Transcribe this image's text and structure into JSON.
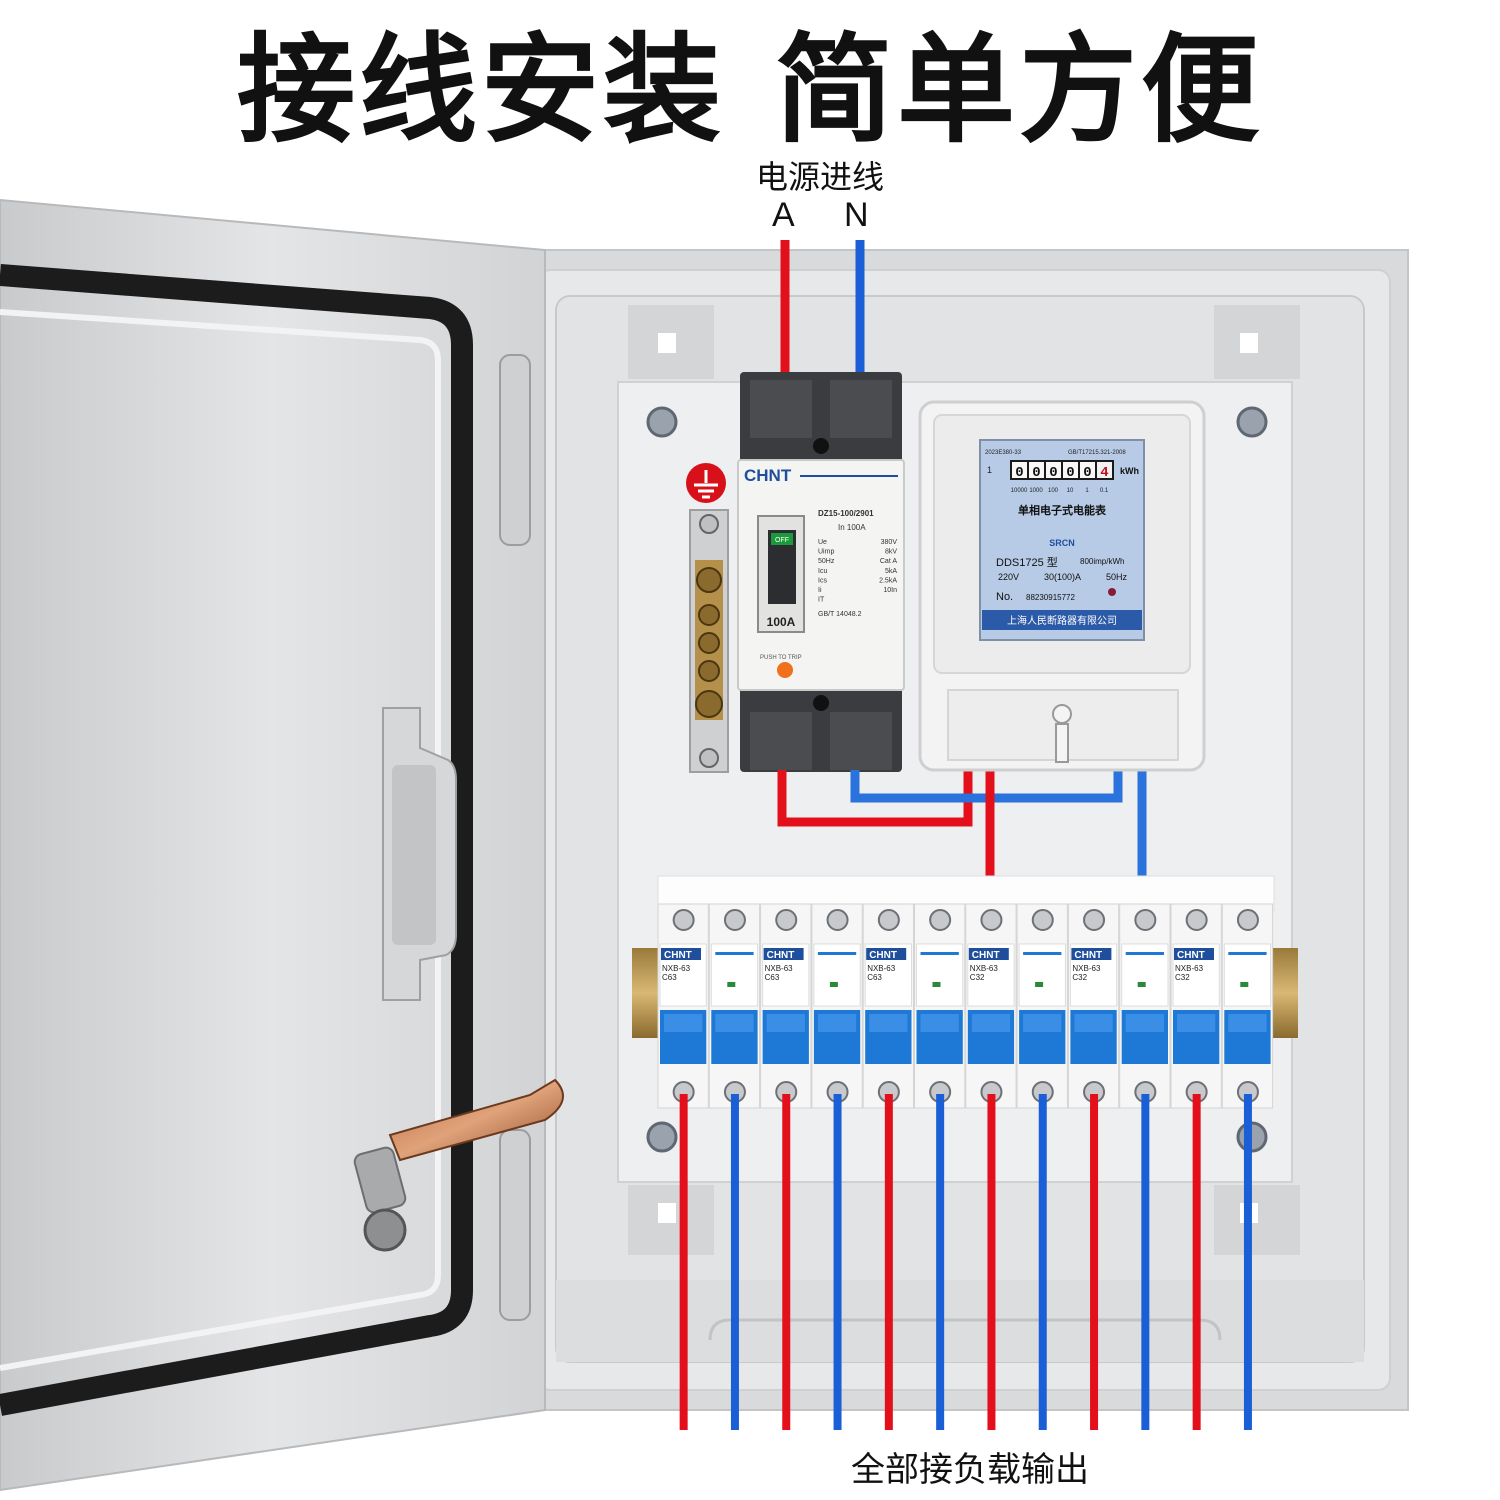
{
  "headline": {
    "part1": "接线安装",
    "part2": "简单方便"
  },
  "power_input": {
    "label": "电源进线",
    "phase_a": "A",
    "phase_n": "N"
  },
  "output": {
    "label": "全部接负载输出"
  },
  "main_breaker": {
    "brand": "CHNT",
    "model": "DZ15-100/2901",
    "rated": "In  100A",
    "specs": [
      {
        "k": "Ue",
        "v": "380V"
      },
      {
        "k": "Uimp",
        "v": "8kV"
      },
      {
        "k": "50Hz",
        "v": "Cat A"
      },
      {
        "k": "Icu",
        "v": "5kA"
      },
      {
        "k": "Ics",
        "v": "2.5kA"
      },
      {
        "k": "Ii",
        "v": "10In"
      },
      {
        "k": "IT",
        "v": ""
      }
    ],
    "standard": "GB/T 14048.2",
    "amp_label": "100A",
    "off_label": "OFF",
    "push_to_trip": "PUSH TO TRIP"
  },
  "meter": {
    "cert": "2023E380-33",
    "standard": "GB/T17215.321-2008",
    "phase_no": "1",
    "digits": [
      "0",
      "0",
      "0",
      "0",
      "0",
      "4"
    ],
    "unit": "kWh",
    "multipliers": [
      "10000",
      "1000",
      "100",
      "10",
      "1",
      "0.1"
    ],
    "title": "单相电子式电能表",
    "logo": "SRCN",
    "model": "DDS1725 型",
    "imp": "800imp/kWh",
    "voltage": "220V",
    "current": "30(100)A",
    "freq": "50Hz",
    "no_label": "No.",
    "serial": "88230915772",
    "maker": "上海人民断路器有限公司"
  },
  "mcbs": [
    {
      "brand": "CHNT",
      "model": "NXB-63",
      "rating": "C63"
    },
    {
      "brand": "CHNT",
      "model": "NXB-63",
      "rating": "C63"
    },
    {
      "brand": "CHNT",
      "model": "NXB-63",
      "rating": "C63"
    },
    {
      "brand": "CHNT",
      "model": "NXB-63",
      "rating": "C32"
    },
    {
      "brand": "CHNT",
      "model": "NXB-63",
      "rating": "C32"
    },
    {
      "brand": "CHNT",
      "model": "NXB-63",
      "rating": "C32"
    }
  ],
  "colors": {
    "live": "#e3101c",
    "neutral": "#1a5fd6",
    "breaker_blue": "#1e78d6",
    "cabinet": "#e6e7e9",
    "ground": "#d8101a"
  }
}
